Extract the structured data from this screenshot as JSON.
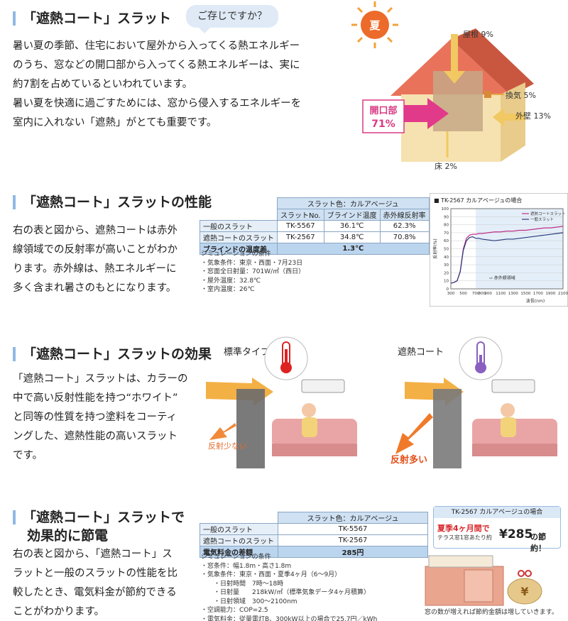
{
  "section1": {
    "heading": "「遮熱コート」スラット",
    "bubble": "ご存じですか？",
    "paragraph": [
      "暑い夏の季節、住宅において屋外から入ってくる熱エネルギー",
      "のうち、窓などの開口部から入ってくる熱エネルギーは、実に",
      "約7割を占めているといわれています。",
      "暑い夏を快適に過ごすためには、窓から侵入するエネルギーを",
      "室内に入れない「遮熱」がとても重要です。"
    ],
    "figure": {
      "sun": "夏",
      "roof": "屋根 9%",
      "vent": "換気 5%",
      "wall": "外壁 13%",
      "floor": "床 2%",
      "opening": "開口部",
      "opening_pct": "71%"
    }
  },
  "section2": {
    "heading": "「遮熱コート」スラットの性能",
    "paragraph": [
      "右の表と図から、遮熱コートは赤外",
      "線領域での反射率が高いことがわか",
      "ります。赤外線は、熱エネルギーに",
      "多く含まれ暑さのもとになります。"
    ],
    "table": {
      "group_header": "スラット色：カルアベージュ",
      "columns": [
        "スラットNo.",
        "ブラインド温度",
        "赤外線反射率"
      ],
      "rows": [
        {
          "label": "一般のスラット",
          "no": "TK-5567",
          "temp": "36.1℃",
          "refl": "62.3%"
        },
        {
          "label": "遮熱コートのスラット",
          "no": "TK-2567",
          "temp": "34.8℃",
          "refl": "70.8%"
        }
      ],
      "diff_label": "ブラインドの温度差",
      "diff_value": "1.3℃"
    },
    "notes_title": "シミュレーションの条件",
    "notes": [
      "・気象条件：東京・西面・7月23日",
      "・窓面全日射量：701W/㎡（西日）",
      "・屋外温度：32.8℃",
      "・室内温度：26℃"
    ]
  },
  "chart_data": {
    "type": "line",
    "title": "TK-2567 カルアベージュの場合",
    "xlabel": "波長(nm)",
    "ylabel": "反射率(%)",
    "xlim": [
      300,
      2100
    ],
    "ylim": [
      0,
      100
    ],
    "xticks": [
      300,
      500,
      700,
      800,
      900,
      1100,
      1300,
      1500,
      1700,
      1900,
      2100
    ],
    "yticks": [
      0,
      10,
      20,
      30,
      40,
      50,
      60,
      70,
      80,
      90,
      100
    ],
    "annotation": "赤外線領域",
    "series": [
      {
        "name": "遮熱コートスラット",
        "color": "#c0308a",
        "x": [
          300,
          350,
          400,
          450,
          500,
          550,
          600,
          650,
          700,
          750,
          800,
          900,
          1000,
          1100,
          1200,
          1300,
          1400,
          1500,
          1600,
          1700,
          1800,
          1900,
          2000,
          2100
        ],
        "y": [
          7,
          8,
          10,
          22,
          50,
          63,
          67,
          68,
          68,
          69,
          69,
          70,
          71,
          71,
          72,
          72,
          73,
          73,
          74,
          75,
          76,
          76,
          77,
          78
        ]
      },
      {
        "name": "一般スラット",
        "color": "#2b3a7a",
        "x": [
          300,
          350,
          400,
          450,
          500,
          550,
          600,
          650,
          700,
          750,
          800,
          900,
          1000,
          1100,
          1200,
          1300,
          1400,
          1500,
          1600,
          1700,
          1800,
          1900,
          2000,
          2100
        ],
        "y": [
          7,
          8,
          10,
          21,
          48,
          60,
          64,
          65,
          63,
          63,
          62,
          61,
          60,
          61,
          62,
          62,
          63,
          64,
          65,
          66,
          67,
          68,
          69,
          70
        ]
      }
    ]
  },
  "section3": {
    "heading": "「遮熱コート」スラットの効果",
    "paragraph": [
      "「遮熱コート」スラットは、カラーの",
      "中で高い反射性能を持つ“ホワイト”",
      "と同等の性質を持つ塗料をコーティ",
      "ングした、遮熱性能の高いスラット",
      "です。"
    ],
    "left_label": "標準タイプ",
    "left_reflect": "反射少ない",
    "right_label": "遮熱コート",
    "right_reflect": "反射多い"
  },
  "section4": {
    "heading_line1": "「遮熱コート」スラットで",
    "heading_line2": "効果的に節電",
    "paragraph": [
      "右の表と図から、「遮熱コート」ス",
      "ラットと一般のスラットの性能を比",
      "較したとき、電気料金が節約できる",
      "ことがわかります。"
    ],
    "table": {
      "group_header": "スラット色：カルアベージュ",
      "rows": [
        {
          "label": "一般のスラット",
          "value": "TK-5567"
        },
        {
          "label": "遮熱コートのスラット",
          "value": "TK-2567"
        }
      ],
      "diff_label": "電気料金の差額",
      "diff_value": "285円"
    },
    "notes_title": "シミュレーションの条件",
    "notes": [
      "・窓条件：幅1.8m・高さ1.8m",
      "・気象条件：東京・西面・夏季4ヶ月（6～9月）",
      "　　・日射時間　7時～18時",
      "　　・日射量　　218kW/㎡（標準気象データ4ヶ月積算）",
      "　　・日射領域　300～2100nm",
      "・空調能力：COP=2.5",
      "・電気料金：従量電灯B、300kW以上の場合で25.7円／kWh"
    ],
    "savings": {
      "title": "TK-2567 カルアベージュの場合",
      "period": "夏季4ヶ月間で",
      "per": "テラス窓1窓あたり約",
      "amount": "¥285",
      "suffix": "の節約！",
      "yen": "¥",
      "caption": "窓の数が増えれば節約金額は増していきます。"
    }
  }
}
